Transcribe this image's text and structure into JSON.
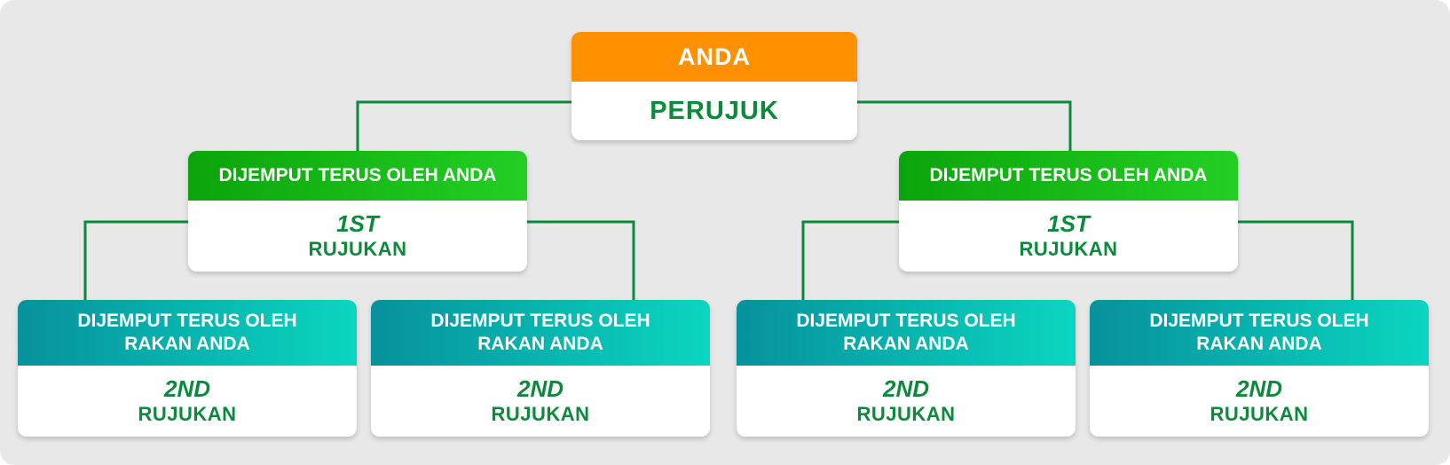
{
  "colors": {
    "background": "#e8e8e8",
    "root_header": "#ff9000",
    "level1_header": "#15b515",
    "level2_header": "#08b5b0",
    "body_text": "#0a8a3a",
    "connector": "#0a8a3a"
  },
  "root": {
    "title": "ANDA",
    "label": "PERUJUK"
  },
  "level1": [
    {
      "title": "DIJEMPUT TERUS OLEH ANDA",
      "ordinal": "1ST",
      "label": "RUJUKAN"
    },
    {
      "title": "DIJEMPUT TERUS OLEH ANDA",
      "ordinal": "1ST",
      "label": "RUJUKAN"
    }
  ],
  "level2": [
    {
      "title_line1": "DIJEMPUT TERUS OLEH",
      "title_line2": "RAKAN ANDA",
      "ordinal": "2ND",
      "label": "RUJUKAN"
    },
    {
      "title_line1": "DIJEMPUT TERUS OLEH",
      "title_line2": "RAKAN ANDA",
      "ordinal": "2ND",
      "label": "RUJUKAN"
    },
    {
      "title_line1": "DIJEMPUT TERUS OLEH",
      "title_line2": "RAKAN ANDA",
      "ordinal": "2ND",
      "label": "RUJUKAN"
    },
    {
      "title_line1": "DIJEMPUT TERUS OLEH",
      "title_line2": "RAKAN ANDA",
      "ordinal": "2ND",
      "label": "RUJUKAN"
    }
  ]
}
